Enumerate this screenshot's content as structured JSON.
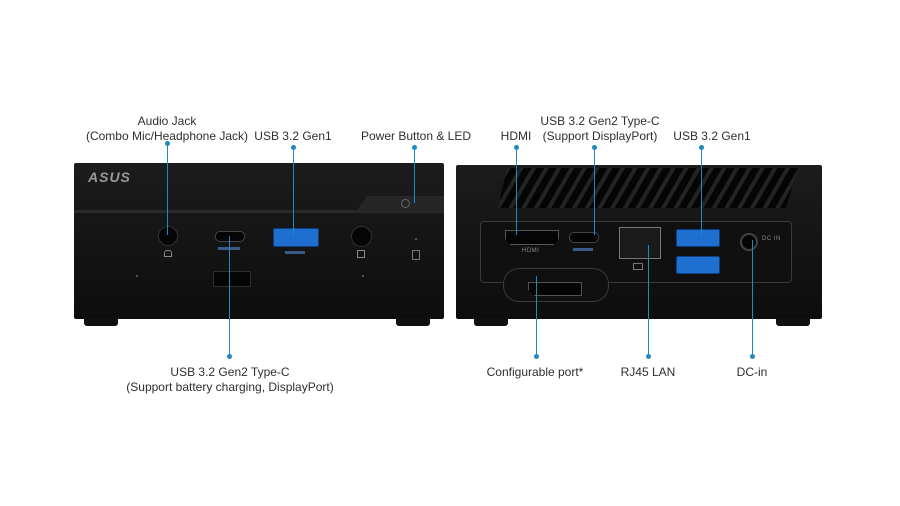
{
  "brand": {
    "logo_text": "ASUS"
  },
  "callouts": {
    "audio_jack": {
      "line1": "Audio Jack",
      "line2": "(Combo Mic/Headphone Jack)"
    },
    "front_usb_a": {
      "line1": "USB 3.2 Gen1"
    },
    "power_button": {
      "line1": "Power Button & LED"
    },
    "front_usb_c": {
      "line1": "USB 3.2 Gen2 Type-C",
      "line2": "(Support battery charging, DisplayPort)"
    },
    "hdmi": {
      "line1": "HDMI"
    },
    "rear_usb_c": {
      "line1": "USB 3.2 Gen2 Type-C",
      "line2": "(Support DisplayPort)"
    },
    "rear_usb_a": {
      "line1": "USB 3.2 Gen1"
    },
    "configurable_port": {
      "line1": "Configurable port*"
    },
    "rj45": {
      "line1": "RJ45 LAN"
    },
    "dc_in": {
      "line1": "DC-in"
    }
  },
  "port_markings": {
    "hdmi": "HDMI",
    "dc": "DC IN"
  },
  "colors": {
    "accent": "#1f8ac0",
    "usb3_blue": "#1f6fd1",
    "device": "#141414"
  }
}
